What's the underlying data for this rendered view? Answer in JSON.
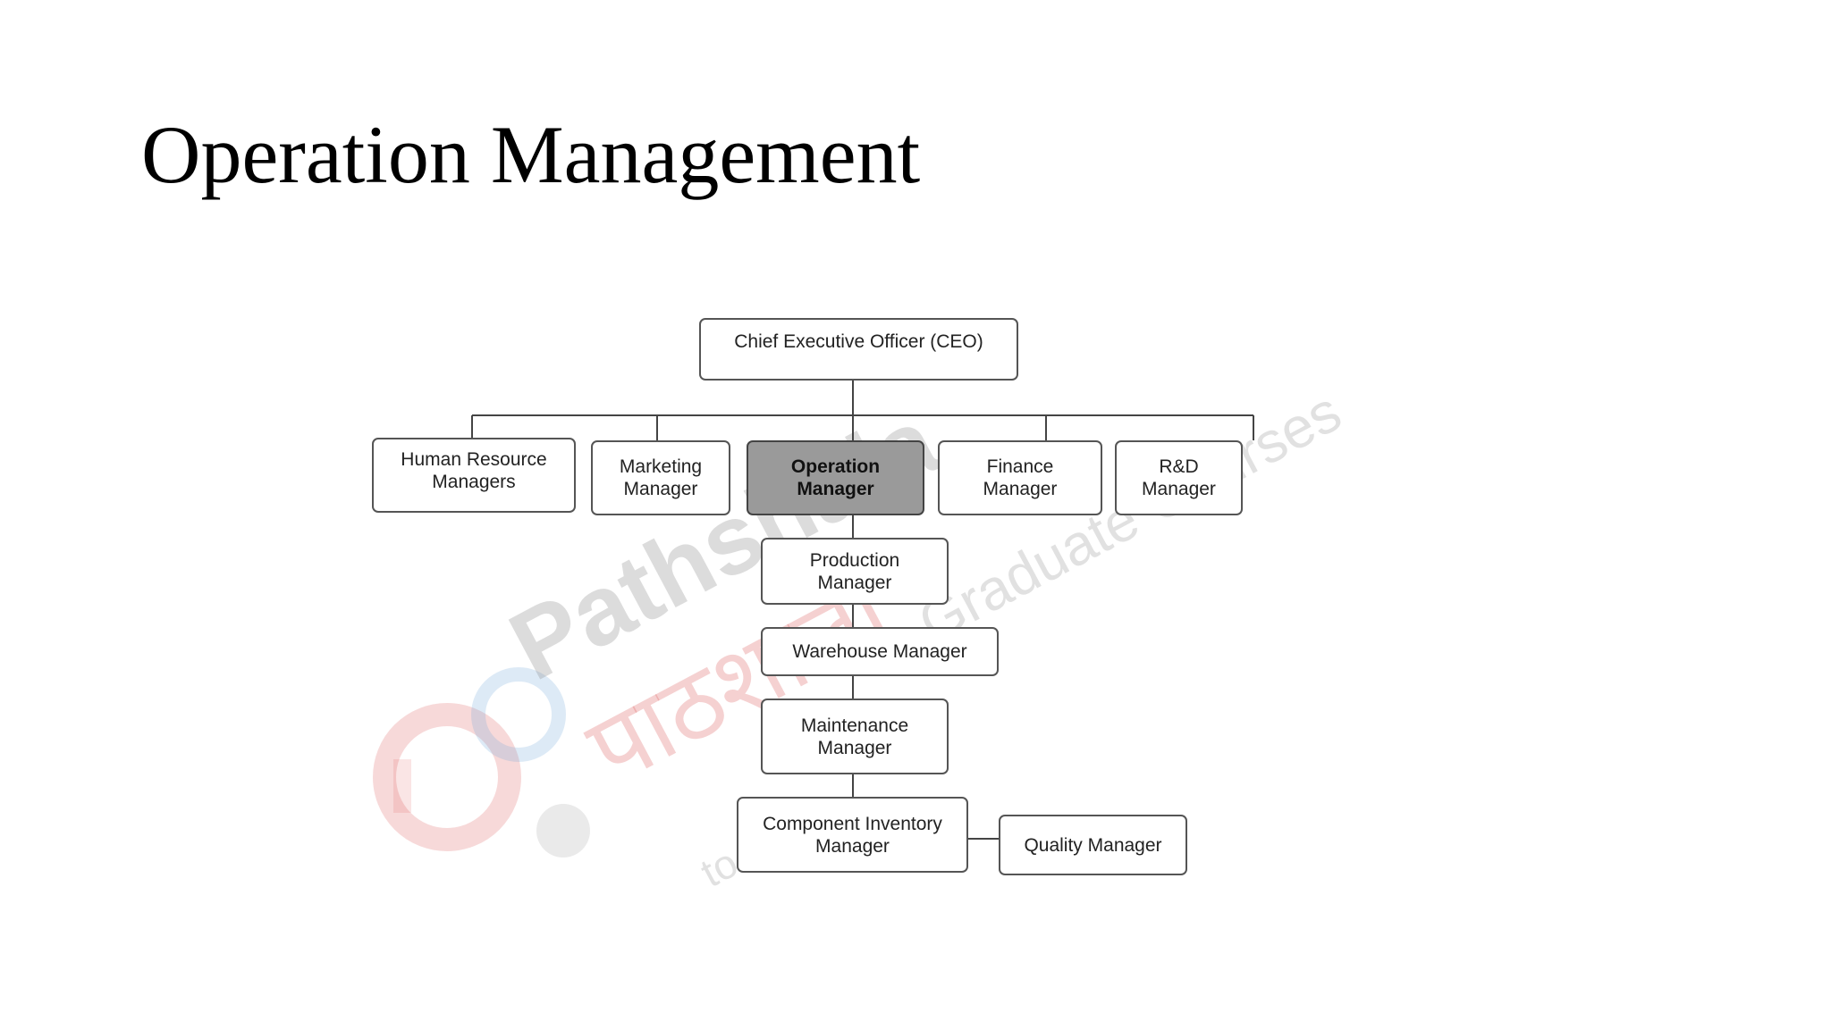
{
  "slide": {
    "title": "Operation Management"
  },
  "org_chart": {
    "root": "Chief Executive Officer (CEO)",
    "departments": [
      "Human Resource\nManagers",
      "Marketing\nManager",
      "Operation\nManager",
      "Finance\nManager",
      "R&D\nManager"
    ],
    "operations_chain": [
      "Production\nManager",
      "Warehouse Manager",
      "Maintenance\nManager",
      "Component Inventory\nManager"
    ],
    "side_node": "Quality Manager",
    "highlight_color": "#9a9a9a"
  },
  "watermark": {
    "brand": "Pathshala",
    "hindi": "पाठशाला",
    "tagline": "Graduate Courses",
    "fragment": "to"
  }
}
